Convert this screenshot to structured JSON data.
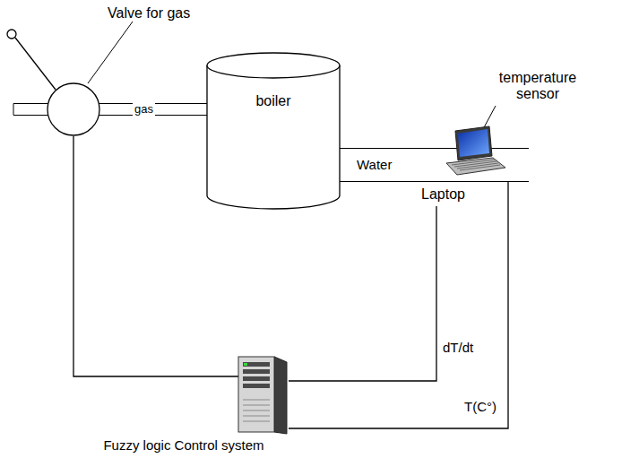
{
  "diagram": {
    "nodes": [
      {
        "text": [
          "Valve for gas"
        ]
      },
      {
        "text": [
          "boiler"
        ]
      },
      {
        "text": [
          "temperature sensor",
          "Laptop"
        ]
      },
      {
        "text": [
          "Fuzzy logic Control system"
        ]
      }
    ],
    "edges": [
      {
        "from": 0,
        "to": 1,
        "label": "gas",
        "arrow": "none"
      },
      {
        "from": 1,
        "to": 2,
        "label": "Water",
        "arrow": "none"
      },
      {
        "from": 2,
        "to": 3,
        "label": "dT/dt",
        "arrow": "none"
      },
      {
        "from": 2,
        "to": 3,
        "label": "T(C°)",
        "arrow": "none"
      },
      {
        "from": 0,
        "to": 3,
        "arrow": "none"
      }
    ]
  }
}
